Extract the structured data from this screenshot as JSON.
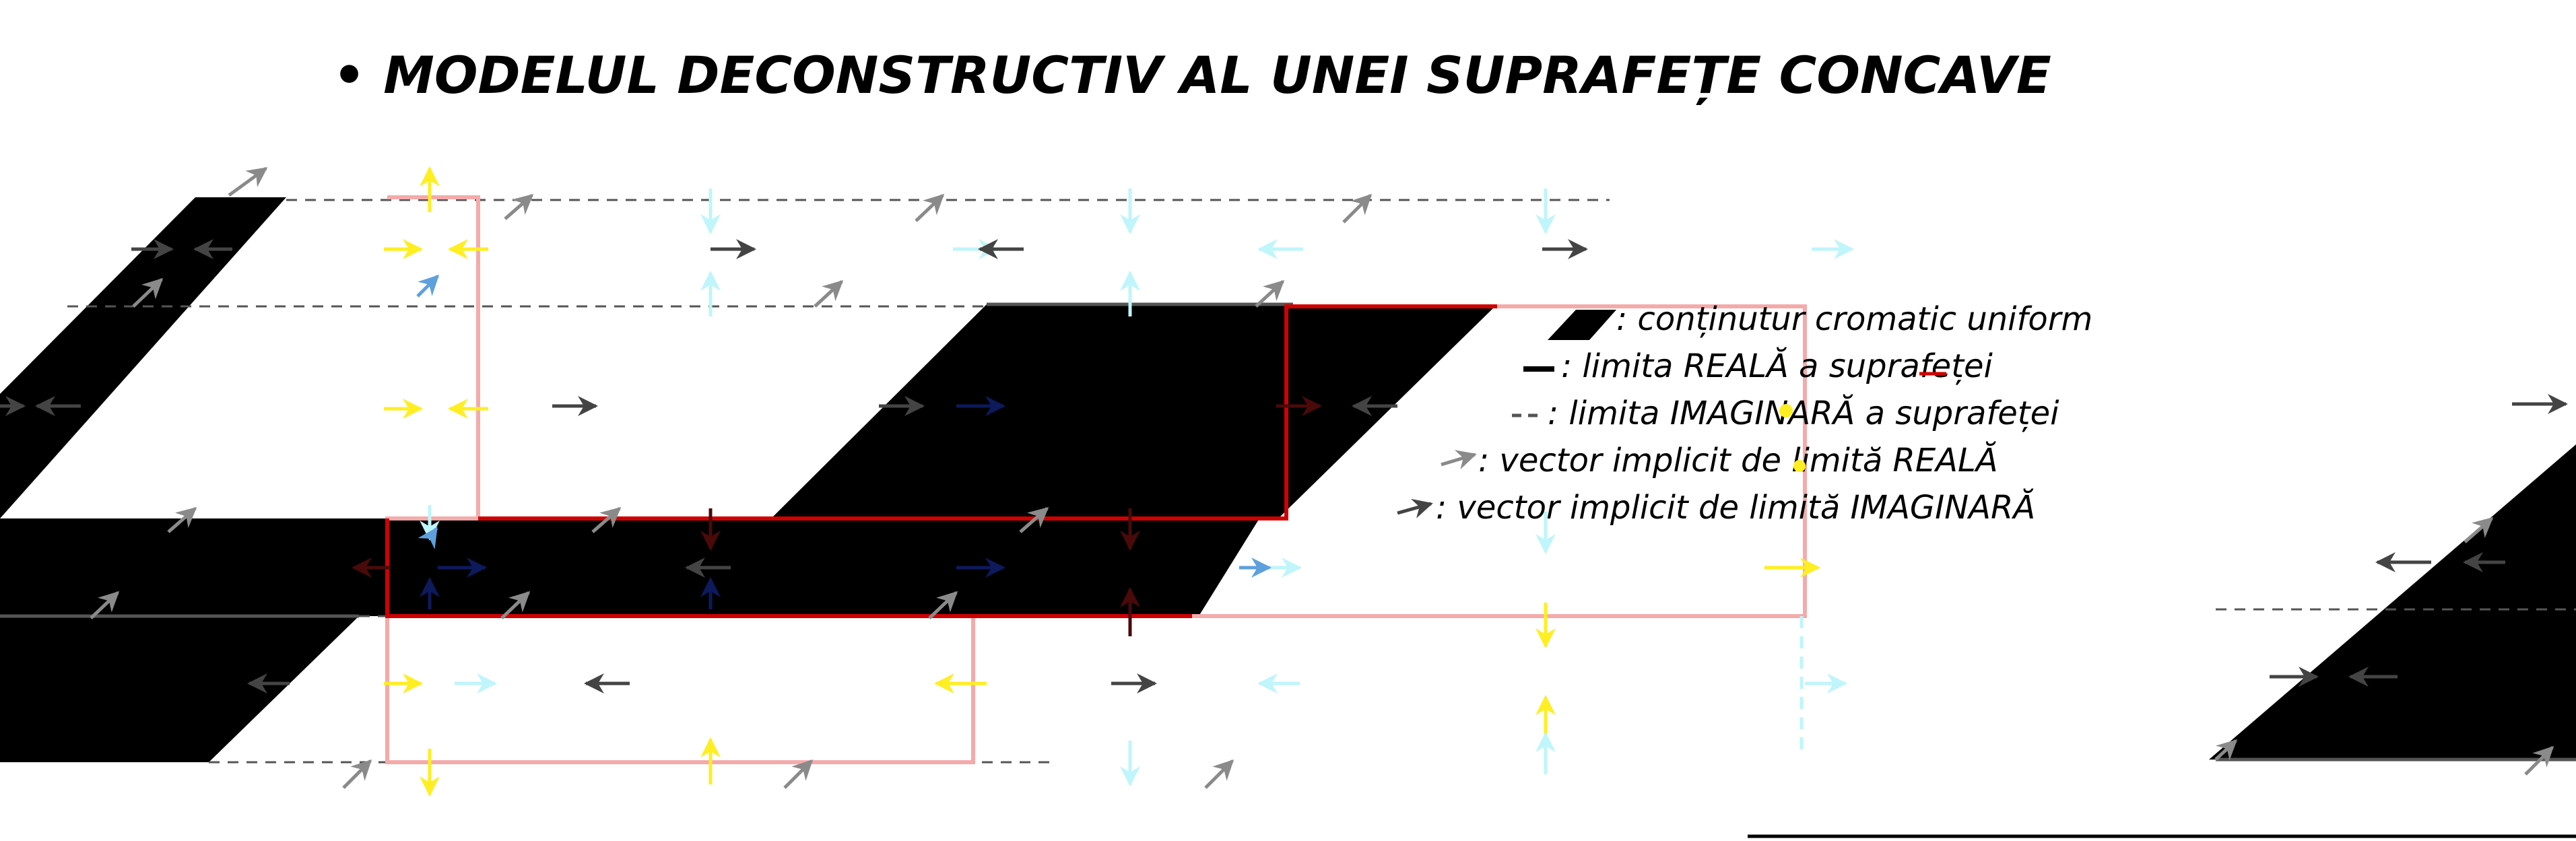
{
  "diagram": {
    "title": "• MODELUL DECONSTRUCTIV AL UNEI SUPRAFEȚE CONCAVE",
    "legend": [
      {
        "key": "fill",
        "label": ": conținutur cromatic uniform"
      },
      {
        "key": "real_limit",
        "label": ": limita REALĂ a suprafeței"
      },
      {
        "key": "imaginary_limit",
        "label": ": limita IMAGINARĂ a suprafeței"
      },
      {
        "key": "real_vector",
        "label": ": vector implicit de limită REALĂ"
      },
      {
        "key": "imaginary_vector",
        "label": ": vector implicit de limită IMAGINARĂ"
      }
    ]
  },
  "colors": {
    "fill": "#000000",
    "real_limit": "#d10000",
    "imaginary_limit": "#f5aaaa",
    "dashed_line": "#555555",
    "real_vector": "#8a8a8a",
    "imaginary_vector": "#444444",
    "yellow_vector": "#ffee22",
    "cyan_vector": "#bff5fb",
    "navy_vector": "#0d1a5c",
    "darkred_vector": "#4a0a0a",
    "blue_vector": "#5ea0dd"
  }
}
